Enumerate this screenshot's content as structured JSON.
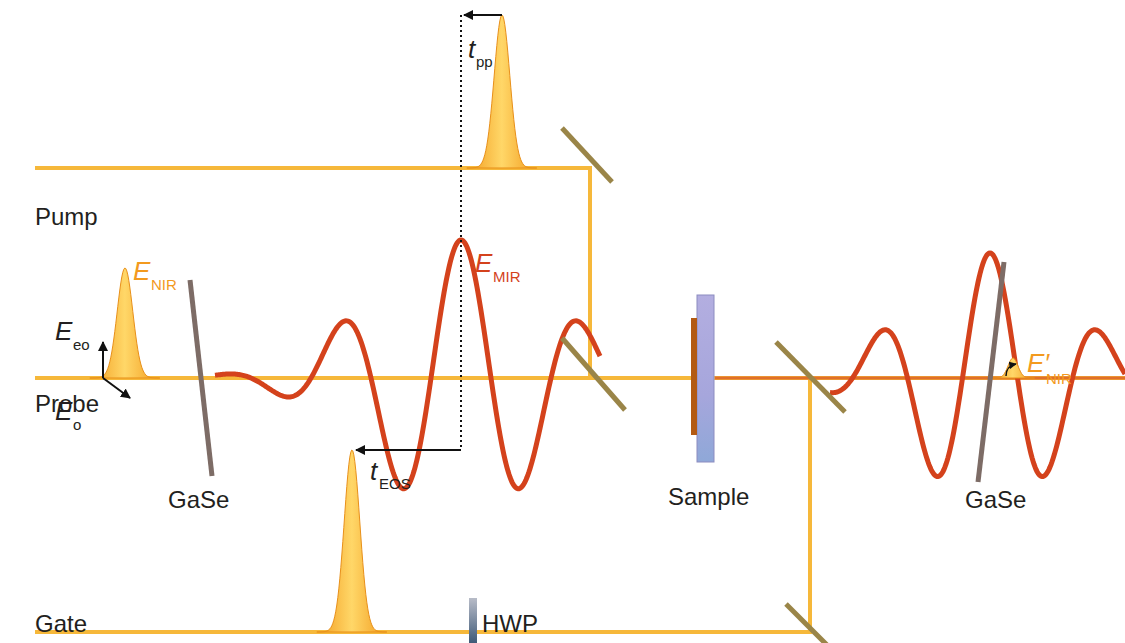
{
  "diagram": {
    "labels": [
      "Pump",
      "Probe",
      "Gate",
      "t",
      "pp",
      "E",
      "eo",
      "E",
      "o",
      "E",
      "NIR",
      "GaSe",
      "E",
      "MIR",
      "t",
      "EOS",
      "Sample",
      "HWP",
      "GaSe",
      "E′",
      "NIR"
    ]
  }
}
